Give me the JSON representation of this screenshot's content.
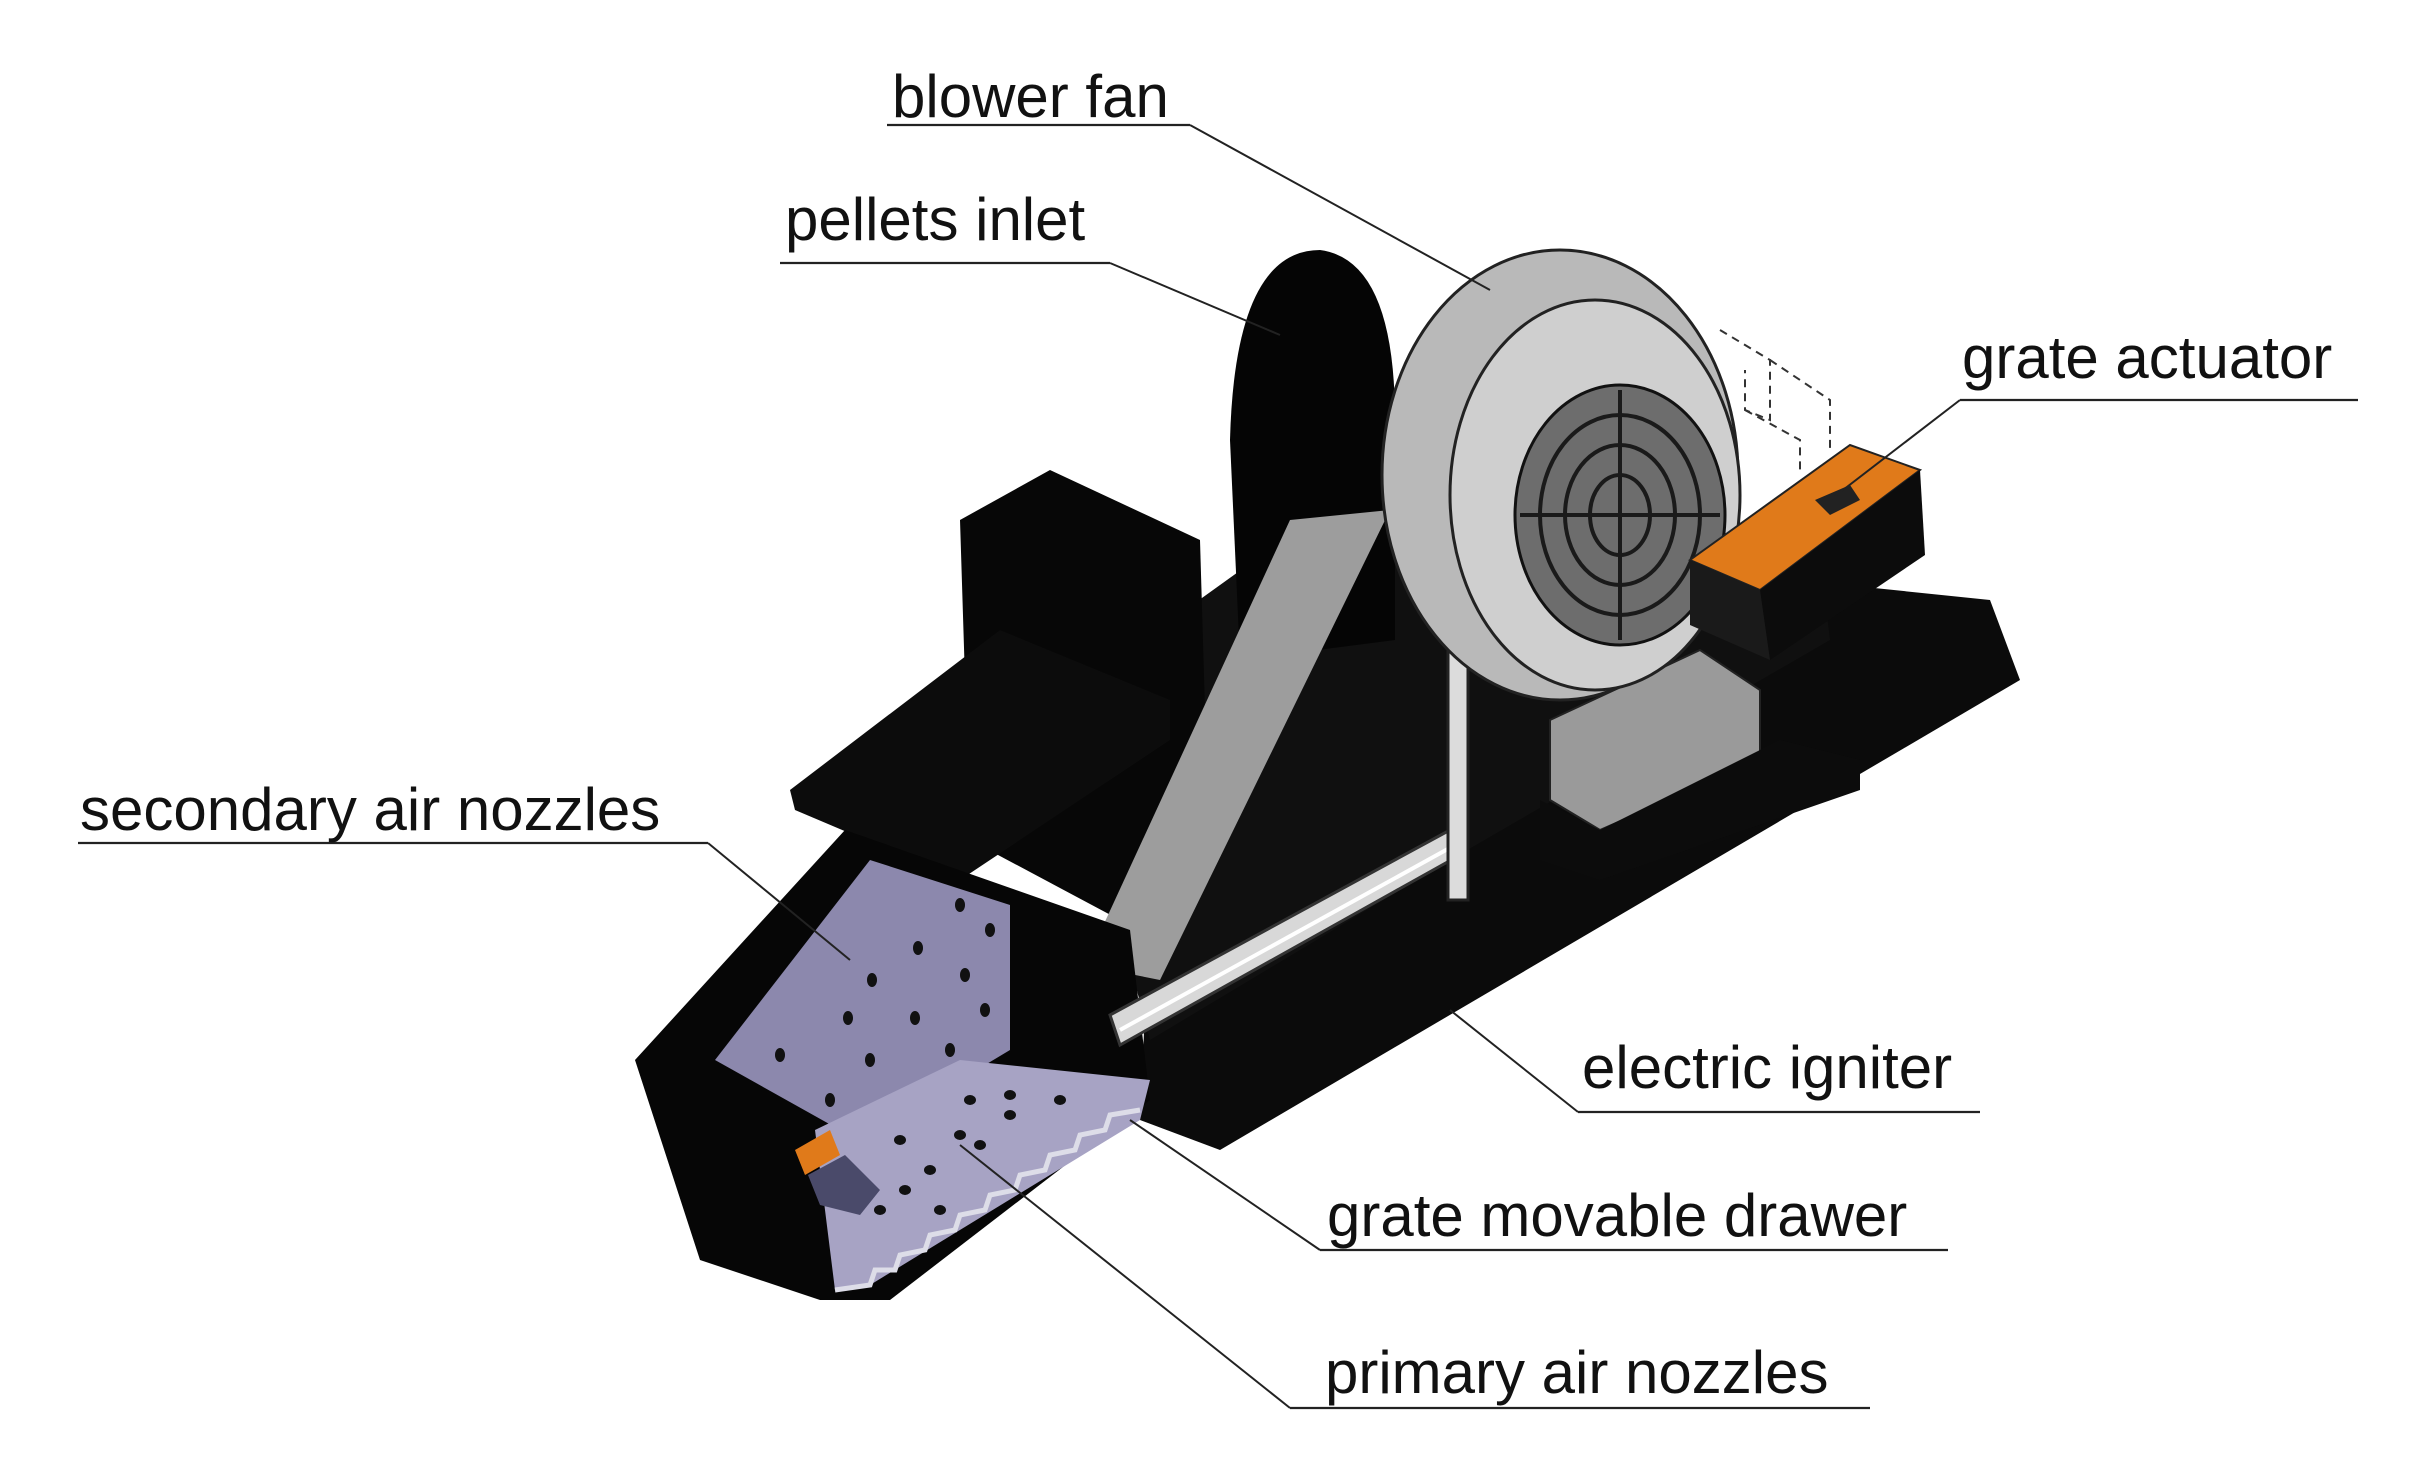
{
  "labels": {
    "blower_fan": "blower fan",
    "pellets_inlet": "pellets inlet",
    "grate_actuator": "grate actuator",
    "secondary_air_nozzles": "secondary air nozzles",
    "electric_igniter": "electric igniter",
    "grate_movable_drawer": "grate movable drawer",
    "primary_air_nozzles": "primary air nozzles"
  },
  "colors": {
    "body": "#0a0a0a",
    "fan_housing": "#b9b9b9",
    "chute_grey": "#9d9d9d",
    "chamber_blue": "#8c88ad",
    "grate_blue": "#a7a3c4",
    "actuator_orange": "#e07a1a"
  }
}
